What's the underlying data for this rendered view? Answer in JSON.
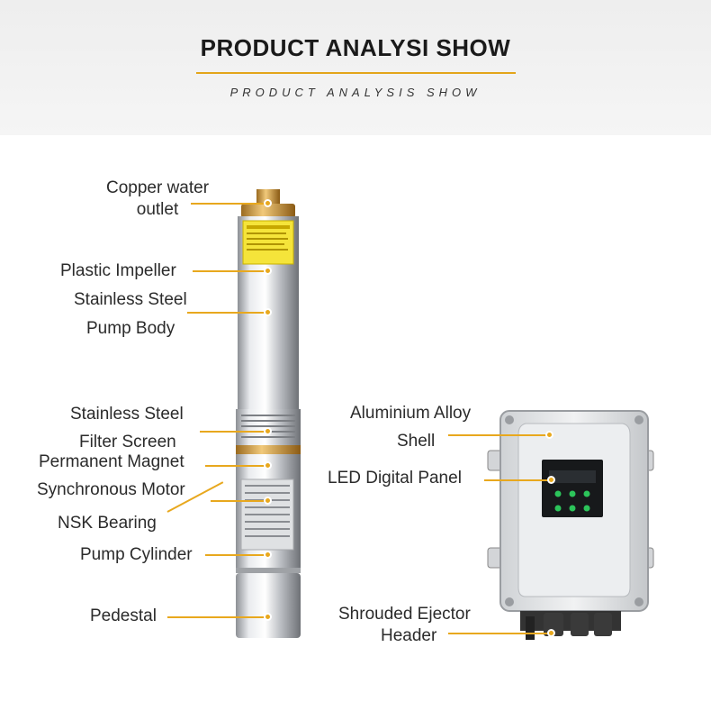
{
  "header": {
    "title": "PRODUCT ANALYSI SHOW",
    "subtitle": "PRODUCT ANALYSIS SHOW"
  },
  "pump_labels": {
    "copper_outlet_1": "Copper water",
    "copper_outlet_2": "outlet",
    "plastic_impeller": "Plastic Impeller",
    "pump_body_1": "Stainless Steel",
    "pump_body_2": "Pump Body",
    "filter_1": "Stainless Steel",
    "filter_2": "Filter Screen",
    "magnet": "Permanent Magnet",
    "motor": "Synchronous Motor",
    "bearing": "NSK Bearing",
    "cylinder": "Pump Cylinder",
    "pedestal": "Pedestal"
  },
  "controller_labels": {
    "shell_1": "Aluminium Alloy",
    "shell_2": "Shell",
    "led_panel": "LED Digital Panel",
    "ejector_1": "Shrouded Ejector",
    "ejector_2": "Header"
  },
  "colors": {
    "accent": "#e3a51a",
    "text": "#2b2b2b"
  },
  "icons": [
    "submersible-pump-illustration",
    "solar-controller-box-illustration"
  ]
}
